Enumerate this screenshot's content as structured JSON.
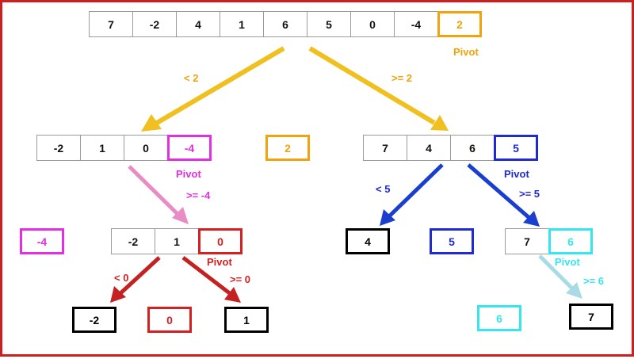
{
  "colors": {
    "frame": "#cc1f1f",
    "orange": "#f2a20a",
    "magenta": "#e12fe1",
    "red": "#d42020",
    "blue": "#1f2bd0",
    "cyan": "#36e6ee",
    "black": "#000000",
    "pink_arrow": "#e98bc4",
    "gold_arrow": "#f0c020",
    "darkred_arrow": "#c42222",
    "blue_arrow": "#1a3fcf",
    "lightblue_arrow": "#a9dbe6"
  },
  "level0": {
    "cells": [
      "7",
      "-2",
      "4",
      "1",
      "6",
      "5",
      "0",
      "-4",
      "2"
    ],
    "pivot_label": "Pivot"
  },
  "branch_labels": {
    "lt_2": "< 2",
    "ge_2": ">= 2",
    "ge_neg4": ">= -4",
    "lt_5": "< 5",
    "ge_5": ">= 5",
    "lt_0": "< 0",
    "ge_0": ">= 0",
    "ge_6": ">= 6"
  },
  "level1": {
    "left_cells": [
      "-2",
      "1",
      "0",
      "-4"
    ],
    "left_pivot_label": "Pivot",
    "middle_value": "2",
    "right_cells": [
      "7",
      "4",
      "6",
      "5"
    ],
    "right_pivot_label": "Pivot"
  },
  "level2": {
    "neg4_value": "-4",
    "mid_cells": [
      "-2",
      "1",
      "0"
    ],
    "mid_pivot_label": "Pivot",
    "four_value": "4",
    "five_value": "5",
    "right_cells": [
      "7",
      "6"
    ],
    "right_pivot_label": "Pivot"
  },
  "level3": {
    "neg2_value": "-2",
    "zero_value": "0",
    "one_value": "1",
    "six_value": "6",
    "seven_value": "7"
  }
}
